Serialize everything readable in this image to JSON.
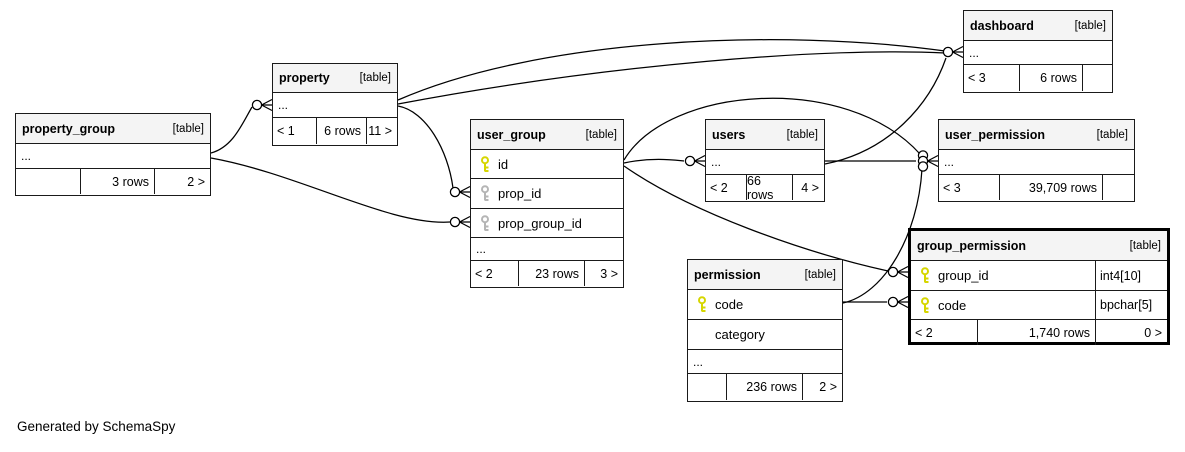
{
  "footer_note": "Generated by SchemaSpy",
  "colors": {
    "primary_key": "#d6d600",
    "foreign_key": "#b5b5b5",
    "header_bg": "#f4f4f4",
    "border": "#1a1a1a",
    "emphasis_border": "#000000"
  },
  "tables": [
    {
      "id": "property_group",
      "title": "property_group",
      "tag": "[table]",
      "emphasized": false,
      "rows": [
        {
          "label": "..."
        }
      ],
      "footer": [
        "",
        "3 rows",
        "2 >"
      ]
    },
    {
      "id": "property",
      "title": "property",
      "tag": "[table]",
      "emphasized": false,
      "rows": [
        {
          "label": "..."
        }
      ],
      "footer": [
        "< 1",
        "6 rows",
        "11 >"
      ]
    },
    {
      "id": "user_group",
      "title": "user_group",
      "tag": "[table]",
      "emphasized": false,
      "rows": [
        {
          "label": "id",
          "key": "primary"
        },
        {
          "label": "prop_id",
          "key": "foreign"
        },
        {
          "label": "prop_group_id",
          "key": "foreign"
        },
        {
          "label": "..."
        }
      ],
      "footer": [
        "< 2",
        "23 rows",
        "3 >"
      ]
    },
    {
      "id": "users",
      "title": "users",
      "tag": "[table]",
      "emphasized": false,
      "rows": [
        {
          "label": "..."
        }
      ],
      "footer": [
        "< 2",
        "66 rows",
        "4 >"
      ]
    },
    {
      "id": "dashboard",
      "title": "dashboard",
      "tag": "[table]",
      "emphasized": false,
      "rows": [
        {
          "label": "..."
        }
      ],
      "footer": [
        "< 3",
        "6 rows",
        ""
      ]
    },
    {
      "id": "user_permission",
      "title": "user_permission",
      "tag": "[table]",
      "emphasized": false,
      "rows": [
        {
          "label": "..."
        }
      ],
      "footer": [
        "< 3",
        "39,709 rows",
        ""
      ]
    },
    {
      "id": "permission",
      "title": "permission",
      "tag": "[table]",
      "emphasized": false,
      "rows": [
        {
          "label": "code",
          "key": "primary"
        },
        {
          "label": "category"
        },
        {
          "label": "..."
        }
      ],
      "footer": [
        "",
        "236 rows",
        "2 >"
      ]
    },
    {
      "id": "group_permission",
      "title": "group_permission",
      "tag": "[table]",
      "emphasized": true,
      "rows": [
        {
          "label": "group_id",
          "key": "primary",
          "type": "int4[10]"
        },
        {
          "label": "code",
          "key": "primary",
          "type": "bpchar[5]"
        }
      ],
      "footer": [
        "< 2",
        "1,740 rows",
        "0 >"
      ]
    }
  ],
  "relationships": [
    {
      "from": "property_group",
      "to": "property"
    },
    {
      "from": "property_group",
      "to": "user_group.prop_group_id"
    },
    {
      "from": "property",
      "to": "user_group.prop_id"
    },
    {
      "from": "property",
      "to": "dashboard"
    },
    {
      "from": "property",
      "to": "dashboard"
    },
    {
      "from": "user_group.id",
      "to": "users"
    },
    {
      "from": "user_group.id",
      "to": "user_permission"
    },
    {
      "from": "user_group.id",
      "to": "group_permission.group_id"
    },
    {
      "from": "users",
      "to": "user_permission"
    },
    {
      "from": "users",
      "to": "dashboard"
    },
    {
      "from": "permission.code",
      "to": "user_permission"
    },
    {
      "from": "permission.code",
      "to": "group_permission.code"
    }
  ]
}
